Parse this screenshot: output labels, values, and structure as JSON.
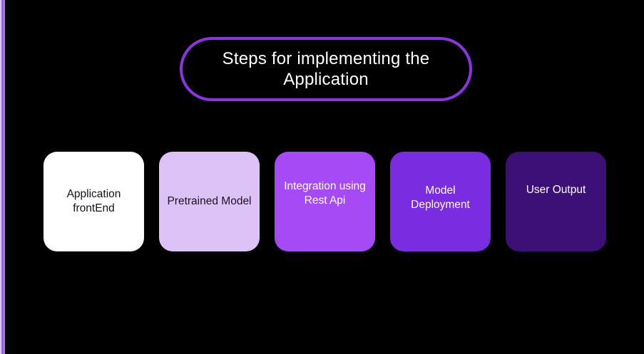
{
  "slide": {
    "background_color": "#000000",
    "accent": {
      "left_stripe_color": "#9a53f4",
      "title_border_color": "#8b34e3"
    },
    "title": {
      "line1": "Steps for implementing the",
      "line2": "Application",
      "text_color": "#ffffff"
    },
    "steps": [
      {
        "label": "Application frontEnd",
        "bg": "#ffffff",
        "text_color": "#15111a"
      },
      {
        "label": "Pretrained Model",
        "bg": "#ddc2f8",
        "text_color": "#1b1423"
      },
      {
        "label": "Integration using Rest Api",
        "bg": "#a64af5",
        "text_color": "#ffffff"
      },
      {
        "label": "Model Deployment",
        "bg": "#7a2ce0",
        "text_color": "#ffffff"
      },
      {
        "label": "User Output",
        "bg": "#3d1078",
        "text_color": "#ffffff"
      }
    ]
  }
}
